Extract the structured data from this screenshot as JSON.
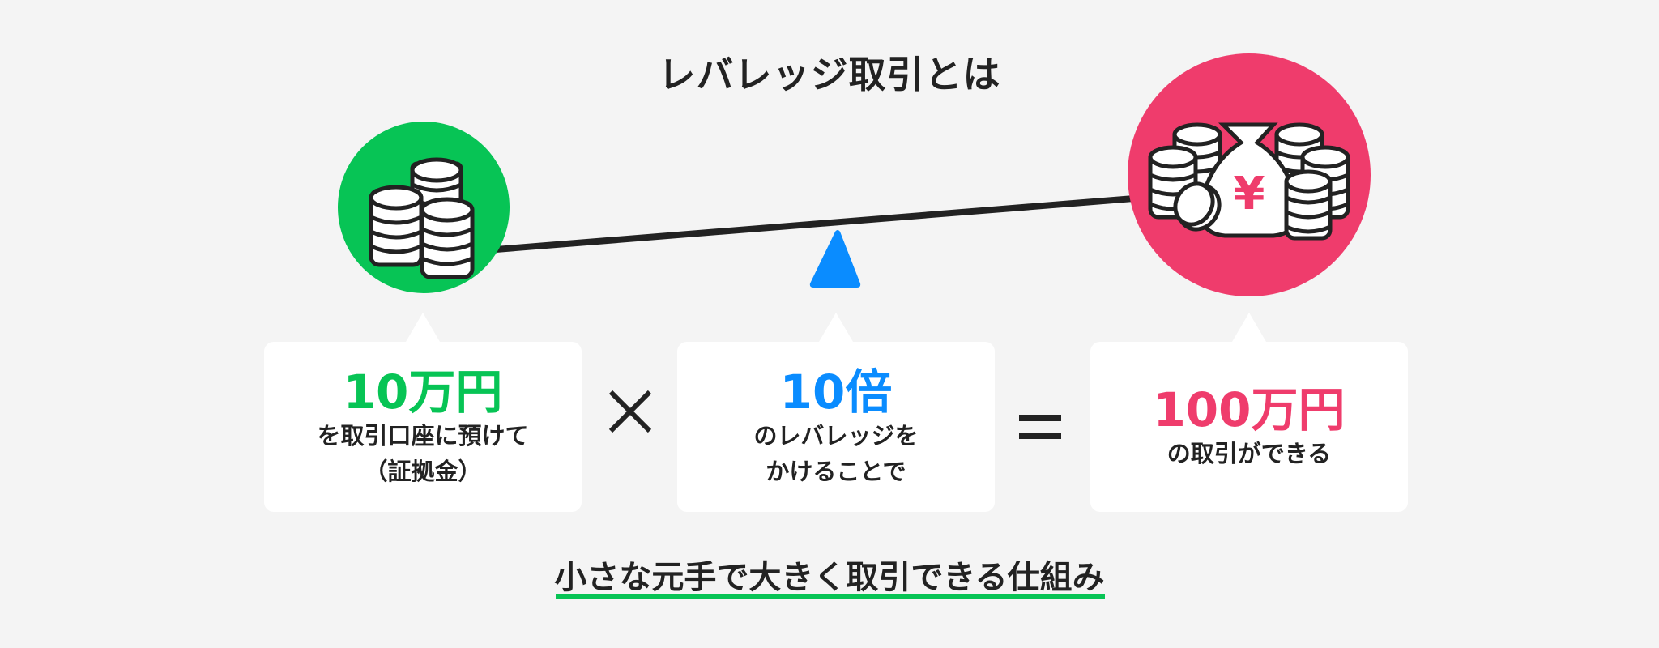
{
  "title": "レバレッジ取引とは",
  "colors": {
    "background": "#f4f4f4",
    "green": "#07c455",
    "blue": "#0a8cff",
    "pink": "#ef3c6c",
    "dark": "#222222",
    "box": "#ffffff"
  },
  "icons": {
    "left": "coin-stacks-icon",
    "right": "money-bag-yen-icon",
    "fulcrum": "triangle-fulcrum-icon"
  },
  "boxes": [
    {
      "value": "10万円",
      "lines": [
        "を取引口座に預けて",
        "（証拠金）"
      ]
    },
    {
      "value": "10倍",
      "lines": [
        "のレバレッジを",
        "かけることで"
      ]
    },
    {
      "value": "100万円",
      "lines": [
        "の取引ができる"
      ]
    }
  ],
  "operators": {
    "multiply": "×",
    "equals": "＝"
  },
  "money_bag_symbol": "¥",
  "bottom_caption": "小さな元手で大きく取引できる仕組み"
}
